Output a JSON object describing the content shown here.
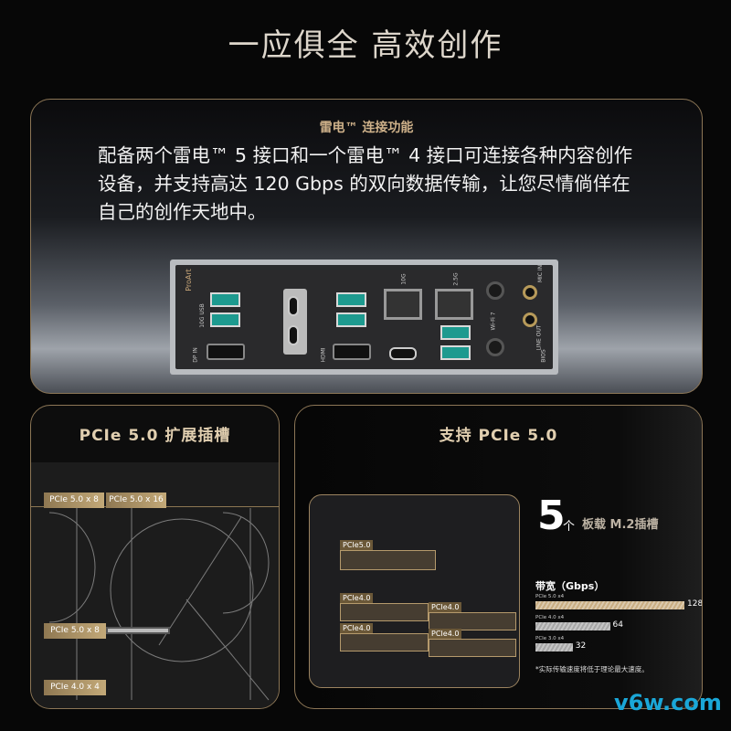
{
  "title": "一应俱全 高效创作",
  "thunderbolt": {
    "heading": "雷电™ 连接功能",
    "body": "配备两个雷电™ 5 接口和一个雷电™ 4 接口可连接各种内容创作设备，并支持高达 120 Gbps 的双向数据传输，让您尽情倘佯在自己的创作天地中。",
    "io_labels": {
      "brand": "ProArt",
      "usb10g": "10G USB",
      "dp": "DP IN",
      "hdmi": "HDMI",
      "lan10": "10G",
      "lan25": "2.5G",
      "wifi": "Wi-Fi 7",
      "mic": "MIC IN",
      "line": "LINE OUT",
      "bios": "BIOS"
    }
  },
  "expansion": {
    "title": "PCIe 5.0 扩展插槽",
    "slots": [
      "PCIe 5.0 x 8",
      "PCIe 5.0 x 16",
      "PCIe 5.0 x 8",
      "PCIe 4.0 x 4"
    ]
  },
  "m2": {
    "title": "支持 PCIe 5.0",
    "count": "5",
    "count_unit": "个",
    "count_label": "板载 M.2插槽",
    "board_tags": [
      "PCIe5.0",
      "PCIe4.0",
      "PCIe4.0",
      "PCIe4.0",
      "PCIe4.0"
    ],
    "bandwidth_title": "带宽（Gbps）",
    "bars": [
      {
        "name": "PCIe 5.0 x4",
        "value": 128,
        "color": "#c8ad82"
      },
      {
        "name": "PCIe 4.0 x4",
        "value": 64,
        "color": "#a6a6a6"
      },
      {
        "name": "PCIe 3.0 x4",
        "value": 32,
        "color": "#a6a6a6"
      }
    ],
    "footnote": "*实际传输速度将低于理论最大速度。"
  },
  "watermark": "v6w.com"
}
